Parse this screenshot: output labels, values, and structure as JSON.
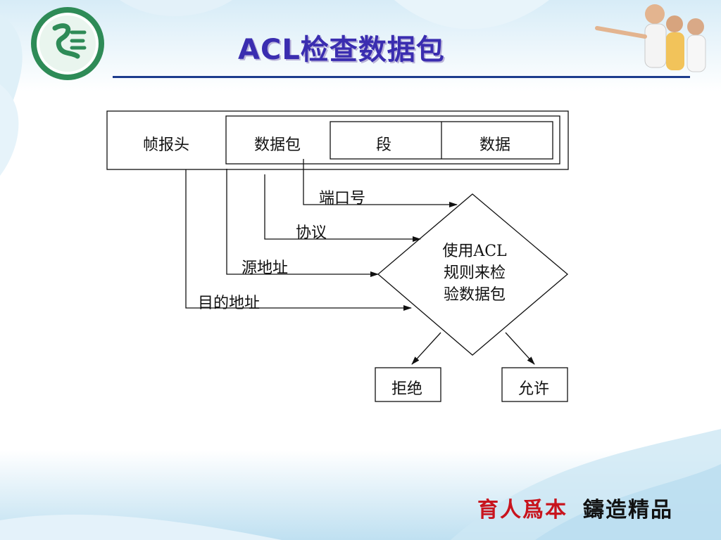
{
  "slide": {
    "title": "ACL检查数据包",
    "slogan_red": "育人爲本",
    "slogan_black": "鑄造精品"
  },
  "diagram": {
    "packet": {
      "frame_header": "帧报头",
      "packet": "数据包",
      "segment": "段",
      "data": "数据"
    },
    "fields": {
      "port": "端口号",
      "protocol": "协议",
      "source": "源地址",
      "destination": "目的地址"
    },
    "decision": {
      "line1": "使用ACL",
      "line2": "规则来检",
      "line3": "验数据包"
    },
    "outcomes": {
      "deny": "拒绝",
      "permit": "允许"
    }
  },
  "colors": {
    "title": "#3a2db0",
    "slogan_red": "#c8141d",
    "accent_line": "#1d3c8c",
    "bg_swirl": "#cfe6f3"
  },
  "icons": [
    "college-logo",
    "people-photo"
  ]
}
